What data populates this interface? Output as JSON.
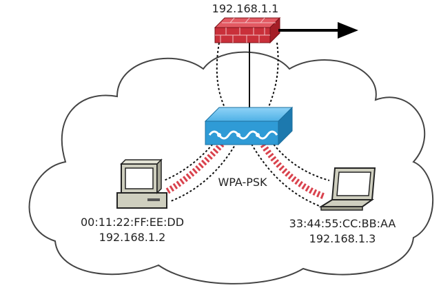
{
  "router": {
    "ip": "192.168.1.1"
  },
  "link": {
    "security": "WPA-PSK"
  },
  "desktop": {
    "mac": "00:11:22:FF:EE:DD",
    "ip": "192.168.1.2"
  },
  "laptop": {
    "mac": "33:44:55:CC:BB:AA",
    "ip": "192.168.1.3"
  },
  "colors": {
    "firewall": "#c9303a",
    "access_point": "#2f9bd6",
    "wireless_link": "#d9424d",
    "cloud_stroke": "#444444"
  }
}
